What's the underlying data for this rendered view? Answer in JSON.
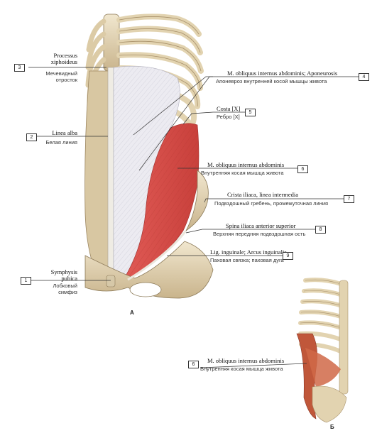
{
  "panel_a": {
    "letter": "A",
    "labels": [
      {
        "num": "3",
        "latin": "Processus xiphoideus",
        "latin_1": "Processus",
        "latin_2": "xiphoideus",
        "russian_1": "Мечевидный",
        "russian_2": "отросток"
      },
      {
        "num": "2",
        "latin": "Linea alba",
        "russian": "Белая линия"
      },
      {
        "num": "1",
        "latin_1": "Symphysis",
        "latin_2": "pubica",
        "russian_1": "Лобковый",
        "russian_2": "симфиз"
      },
      {
        "num": "4",
        "latin": "M. obliquus internus abdominis; Aponeurosis",
        "russian": "Апоневроз внутренней косой мышцы живота"
      },
      {
        "num": "5",
        "latin": "Costa [X]",
        "russian": "Ребро [X]"
      },
      {
        "num": "6",
        "latin": "M. obliquus internus abdominis",
        "russian": "Внутренняя косая мышца живота"
      },
      {
        "num": "7",
        "latin": "Crista iliaca, linea intermedia",
        "russian": "Подвздошный гребень, промежуточная линия"
      },
      {
        "num": "8",
        "latin": "Spina iliaca anterior superior",
        "russian": "Верхняя передняя подвздошная ость"
      },
      {
        "num": "9",
        "latin": "Lig. inguinale; Arcus inguinalis",
        "russian": "Паховая связка; паховая дуга"
      }
    ]
  },
  "panel_b": {
    "letter": "Б",
    "label": {
      "num": "6",
      "latin": "M. obliquus internus abdominis",
      "russian": "Внутренняя косая мышца живота"
    }
  },
  "colors": {
    "muscle_red": "#d9534f",
    "aponeurosis": "#e8e8ee",
    "bone": "#e8dcc0",
    "bone_shadow": "#b8a47e",
    "leader_line": "#333333"
  }
}
